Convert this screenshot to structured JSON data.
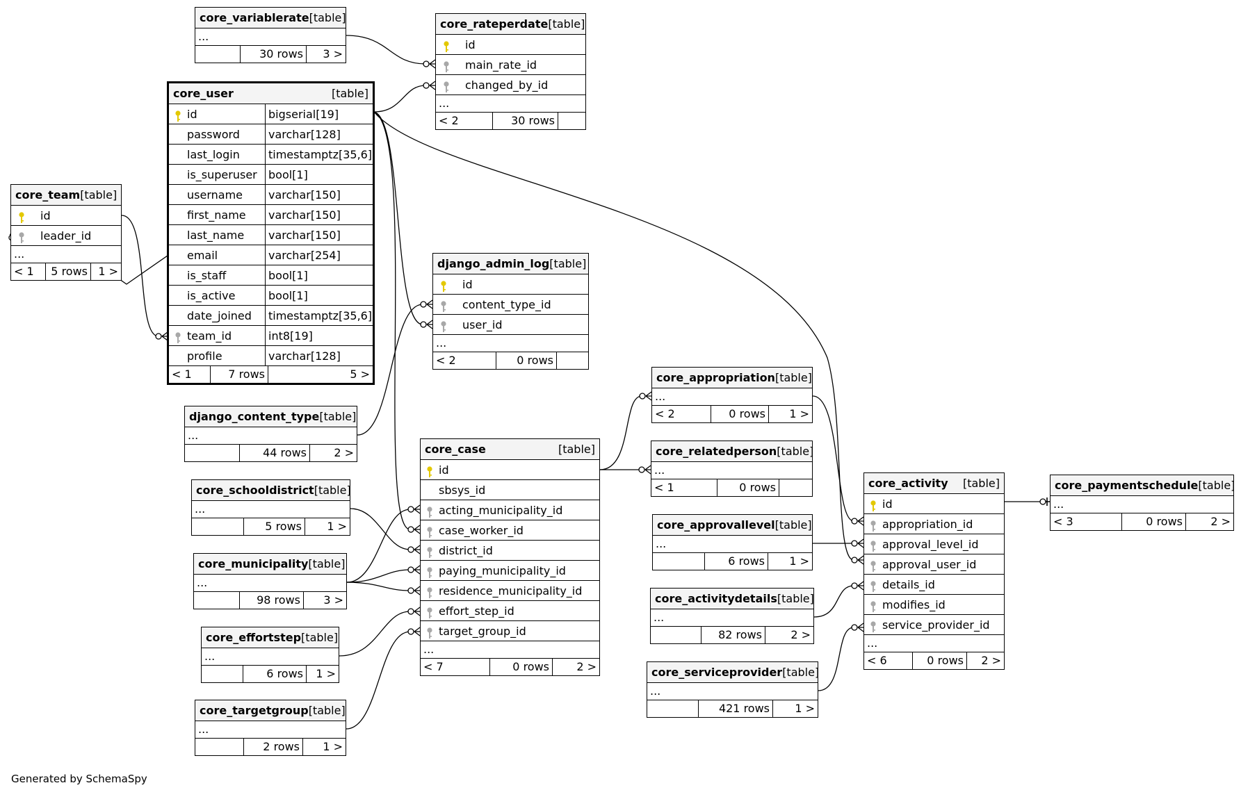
{
  "footer": "Generated by SchemaSpy",
  "colors": {
    "primary_key": "#e3c800",
    "foreign_key": "#a8a8a8",
    "header_bg": "#f4f4f4"
  },
  "tables": {
    "core_variablerate": {
      "name": "core_variablerate",
      "kind": "[table]",
      "dots": "...",
      "left": "",
      "rows": "30 rows",
      "right": "3 >"
    },
    "core_rateperdate": {
      "name": "core_rateperdate",
      "kind": "[table]",
      "columns": [
        {
          "name": "id",
          "key": "primary"
        },
        {
          "name": "main_rate_id",
          "key": "foreign"
        },
        {
          "name": "changed_by_id",
          "key": "foreign"
        }
      ],
      "dots": "...",
      "left": "< 2",
      "rows": "30 rows",
      "right": ""
    },
    "core_user": {
      "name": "core_user",
      "kind": "[table]",
      "columns": [
        {
          "name": "id",
          "type": "bigserial[19]",
          "key": "primary"
        },
        {
          "name": "password",
          "type": "varchar[128]",
          "key": ""
        },
        {
          "name": "last_login",
          "type": "timestamptz[35,6]",
          "key": ""
        },
        {
          "name": "is_superuser",
          "type": "bool[1]",
          "key": ""
        },
        {
          "name": "username",
          "type": "varchar[150]",
          "key": ""
        },
        {
          "name": "first_name",
          "type": "varchar[150]",
          "key": ""
        },
        {
          "name": "last_name",
          "type": "varchar[150]",
          "key": ""
        },
        {
          "name": "email",
          "type": "varchar[254]",
          "key": ""
        },
        {
          "name": "is_staff",
          "type": "bool[1]",
          "key": ""
        },
        {
          "name": "is_active",
          "type": "bool[1]",
          "key": ""
        },
        {
          "name": "date_joined",
          "type": "timestamptz[35,6]",
          "key": ""
        },
        {
          "name": "team_id",
          "type": "int8[19]",
          "key": "foreign"
        },
        {
          "name": "profile",
          "type": "varchar[128]",
          "key": ""
        }
      ],
      "left": "< 1",
      "rows": "7 rows",
      "right": "5 >"
    },
    "core_team": {
      "name": "core_team",
      "kind": "[table]",
      "columns": [
        {
          "name": "id",
          "key": "primary"
        },
        {
          "name": "leader_id",
          "key": "foreign"
        }
      ],
      "dots": "...",
      "left": "< 1",
      "rows": "5 rows",
      "right": "1 >"
    },
    "django_admin_log": {
      "name": "django_admin_log",
      "kind": "[table]",
      "columns": [
        {
          "name": "id",
          "key": "primary"
        },
        {
          "name": "content_type_id",
          "key": "foreign"
        },
        {
          "name": "user_id",
          "key": "foreign"
        }
      ],
      "dots": "...",
      "left": "< 2",
      "rows": "0 rows",
      "right": ""
    },
    "django_content_type": {
      "name": "django_content_type",
      "kind": "[table]",
      "dots": "...",
      "left": "",
      "rows": "44 rows",
      "right": "2 >"
    },
    "core_appropriation": {
      "name": "core_appropriation",
      "kind": "[table]",
      "dots": "...",
      "left": "< 2",
      "rows": "0 rows",
      "right": "1 >"
    },
    "core_relatedperson": {
      "name": "core_relatedperson",
      "kind": "[table]",
      "dots": "...",
      "left": "< 1",
      "rows": "0 rows",
      "right": ""
    },
    "core_case": {
      "name": "core_case",
      "kind": "[table]",
      "columns": [
        {
          "name": "id",
          "key": "primary"
        },
        {
          "name": "sbsys_id",
          "key": ""
        },
        {
          "name": "acting_municipality_id",
          "key": "foreign"
        },
        {
          "name": "case_worker_id",
          "key": "foreign"
        },
        {
          "name": "district_id",
          "key": "foreign"
        },
        {
          "name": "paying_municipality_id",
          "key": "foreign"
        },
        {
          "name": "residence_municipality_id",
          "key": "foreign"
        },
        {
          "name": "effort_step_id",
          "key": "foreign"
        },
        {
          "name": "target_group_id",
          "key": "foreign"
        }
      ],
      "dots": "...",
      "left": "< 7",
      "rows": "0 rows",
      "right": "2 >"
    },
    "core_schooldistrict": {
      "name": "core_schooldistrict",
      "kind": "[table]",
      "dots": "...",
      "left": "",
      "rows": "5 rows",
      "right": "1 >"
    },
    "core_municipality": {
      "name": "core_municipality",
      "kind": "[table]",
      "dots": "...",
      "left": "",
      "rows": "98 rows",
      "right": "3 >"
    },
    "core_effortstep": {
      "name": "core_effortstep",
      "kind": "[table]",
      "dots": "...",
      "left": "",
      "rows": "6 rows",
      "right": "1 >"
    },
    "core_targetgroup": {
      "name": "core_targetgroup",
      "kind": "[table]",
      "dots": "...",
      "left": "",
      "rows": "2 rows",
      "right": "1 >"
    },
    "core_approvallevel": {
      "name": "core_approvallevel",
      "kind": "[table]",
      "dots": "...",
      "left": "",
      "rows": "6 rows",
      "right": "1 >"
    },
    "core_activitydetails": {
      "name": "core_activitydetails",
      "kind": "[table]",
      "dots": "...",
      "left": "",
      "rows": "82 rows",
      "right": "2 >"
    },
    "core_serviceprovider": {
      "name": "core_serviceprovider",
      "kind": "[table]",
      "dots": "...",
      "left": "",
      "rows": "421 rows",
      "right": "1 >"
    },
    "core_activity": {
      "name": "core_activity",
      "kind": "[table]",
      "columns": [
        {
          "name": "id",
          "key": "primary"
        },
        {
          "name": "appropriation_id",
          "key": "foreign"
        },
        {
          "name": "approval_level_id",
          "key": "foreign"
        },
        {
          "name": "approval_user_id",
          "key": "foreign"
        },
        {
          "name": "details_id",
          "key": "foreign"
        },
        {
          "name": "modifies_id",
          "key": "foreign"
        },
        {
          "name": "service_provider_id",
          "key": "foreign"
        }
      ],
      "dots": "...",
      "left": "< 6",
      "rows": "0 rows",
      "right": "2 >"
    },
    "core_paymentschedule": {
      "name": "core_paymentschedule",
      "kind": "[table]",
      "dots": "...",
      "left": "< 3",
      "rows": "0 rows",
      "right": "2 >"
    }
  }
}
